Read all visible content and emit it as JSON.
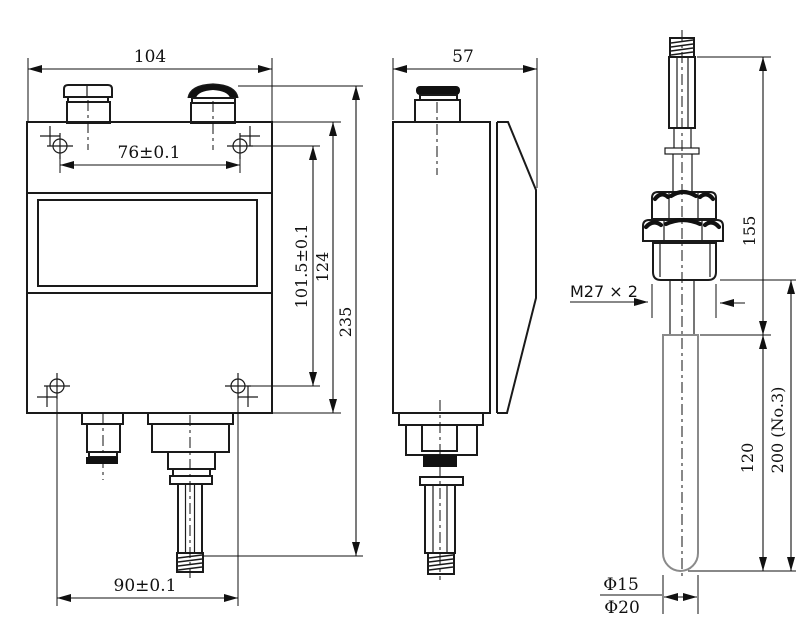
{
  "views": {
    "front": {
      "dims": {
        "width": "104",
        "hole_span_top": "76±0.1",
        "hole_span_vertical": "101.5±0.1",
        "case_height": "124",
        "overall_height": "235",
        "hole_span_bottom": "90±0.1"
      }
    },
    "side": {
      "dims": {
        "depth": "57"
      }
    },
    "probe": {
      "dims": {
        "upper_length": "155",
        "thread": "M27 × 2",
        "sheath_length": "120",
        "total_length": "200 (No.3)",
        "dia_top": "Φ15",
        "dia_bottom": "Φ20"
      }
    }
  }
}
